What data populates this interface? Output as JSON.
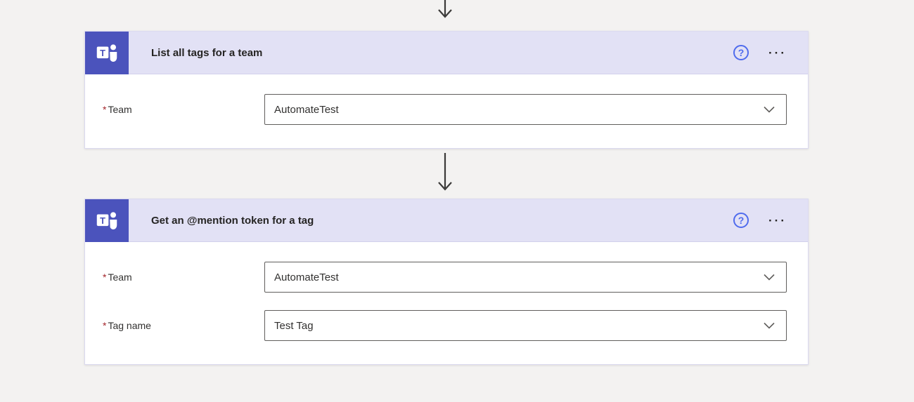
{
  "icons": {
    "help": "?",
    "ellipsis": "···",
    "teams_letter": "T"
  },
  "cards": [
    {
      "title": "List all tags for a team",
      "connector": "Microsoft Teams",
      "fields": [
        {
          "required": "*",
          "label": "Team",
          "value": "AutomateTest"
        }
      ]
    },
    {
      "title": "Get an @mention token for a tag",
      "connector": "Microsoft Teams",
      "fields": [
        {
          "required": "*",
          "label": "Team",
          "value": "AutomateTest"
        },
        {
          "required": "*",
          "label": "Tag name",
          "value": "Test Tag"
        }
      ]
    }
  ]
}
